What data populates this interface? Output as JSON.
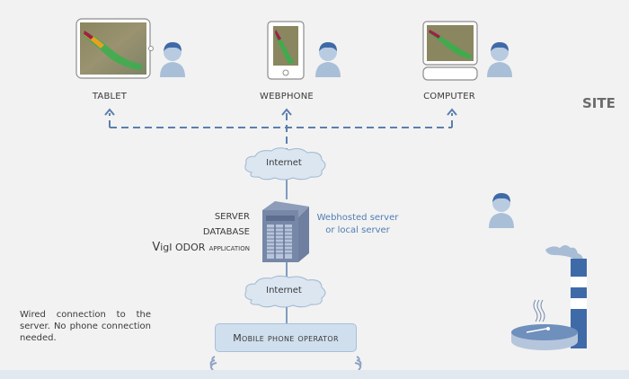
{
  "devices": [
    {
      "label": "TABLET",
      "icon": "tablet-icon"
    },
    {
      "label": "WEBPHONE",
      "icon": "smartphone-icon"
    },
    {
      "label": "COMPUTER",
      "icon": "computer-icon"
    }
  ],
  "site_label": "SITE",
  "internet_top": "Internet",
  "internet_bottom": "Internet",
  "server": {
    "line1": "SERVER",
    "line2": "DATABASE",
    "app_name_caps": "VIGI ODOR",
    "app_suffix": "application",
    "app_prefix_display": "V",
    "app_rest_display": "igI ODOR",
    "note": [
      "Webhosted server",
      "or local server"
    ]
  },
  "operator_label": "Mobile phone operator",
  "wired_note": "Wired connection to the server. No phone connection needed.",
  "colors": {
    "accent_blue": "#4f7db3",
    "dash_line": "#5b7fae",
    "cloud_fill": "#dbe6f1",
    "operator_fill": "#d0dfee",
    "stack_blue": "#3f6aa8"
  }
}
